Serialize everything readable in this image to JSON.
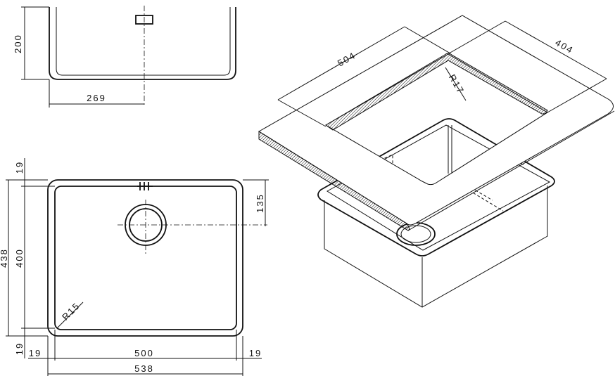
{
  "side_view": {
    "height_label": "200",
    "drain_offset_label": "269"
  },
  "plan_view": {
    "flange_top_label": "19",
    "flange_bottom_label": "19",
    "overall_depth_label": "438",
    "bowl_depth_label": "400",
    "drain_center_label": "135",
    "corner_radius_label": "R15",
    "flange_left_label": "19",
    "bowl_width_label": "500",
    "flange_right_label": "19",
    "overall_width_label": "538"
  },
  "iso_view": {
    "cutout_length_label": "504",
    "cutout_width_label": "404",
    "cutout_radius_label": "R17"
  }
}
